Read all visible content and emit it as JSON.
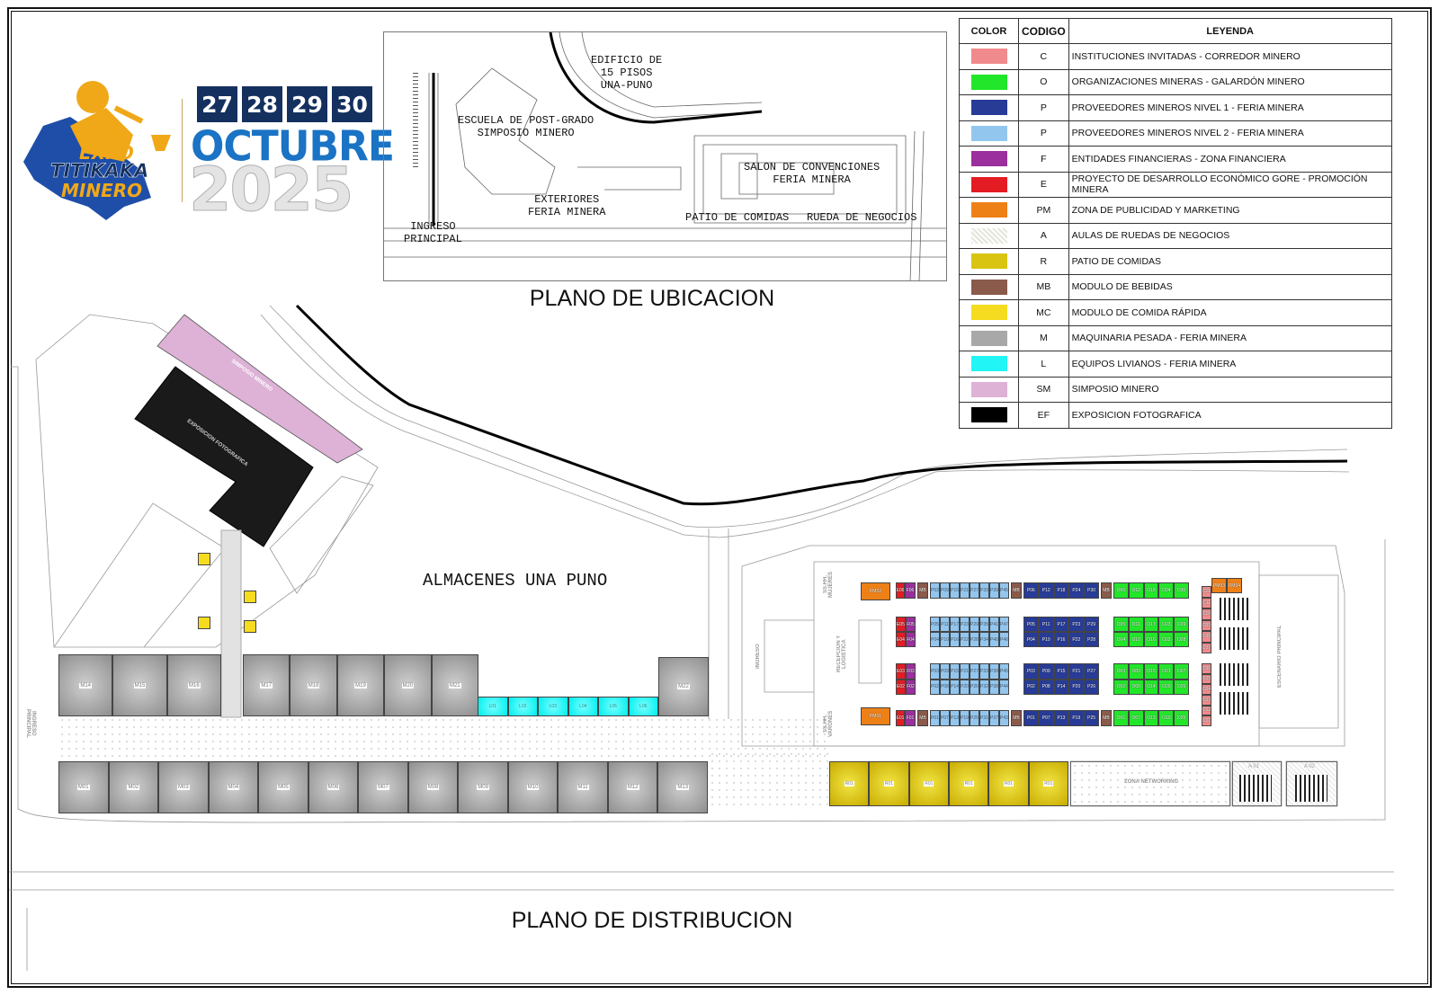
{
  "event": {
    "logo_line1": "EXPO",
    "logo_line2": "TITIKAKA",
    "logo_line3": "MINERO",
    "days": [
      "27",
      "28",
      "29",
      "30"
    ],
    "month": "OCTUBRE",
    "year": "2025"
  },
  "location_plan": {
    "title": "PLANO DE UBICACION",
    "labels": {
      "building": "EDIFICIO DE\n15 PISOS\nUNA-PUNO",
      "school": "ESCUELA DE POST-GRADO\nSIMPOSIO MINERO",
      "exteriors": "EXTERIORES\nFERIA MINERA",
      "entrance": "INGRESO\nPRINCIPAL",
      "convention": "SALON DE CONVENCIONES\nFERIA MINERA",
      "food": "PATIO DE COMIDAS",
      "business": "RUEDA DE NEGOCIOS"
    }
  },
  "legend": {
    "headers": [
      "COLOR",
      "CODIGO",
      "LEYENDA"
    ],
    "rows": [
      {
        "color": "#f08a8c",
        "code": "C",
        "label": "INSTITUCIONES INVITADAS - CORREDOR MINERO"
      },
      {
        "color": "#22e62a",
        "code": "O",
        "label": "ORGANIZACIONES MINERAS - GALARDÓN MINERO"
      },
      {
        "color": "#273b97",
        "code": "P",
        "label": "PROVEEDORES MINEROS NIVEL 1 - FERIA MINERA"
      },
      {
        "color": "#93c6ee",
        "code": "P",
        "label": "PROVEEDORES MINEROS NIVEL 2 - FERIA MINERA"
      },
      {
        "color": "#9a2f9d",
        "code": "F",
        "label": "ENTIDADES FINANCIERAS - ZONA FINANCIERA"
      },
      {
        "color": "#e31c23",
        "code": "E",
        "label": "PROYECTO DE DESARROLLO ECONÓMICO GORE - PROMOCIÓN MINERA"
      },
      {
        "color": "#ee8018",
        "code": "PM",
        "label": "ZONA DE PUBLICIDAD Y MARKETING"
      },
      {
        "color": "#eeeee4",
        "code": "A",
        "label": "AULAS DE RUEDAS DE NEGOCIOS"
      },
      {
        "color": "#d9c511",
        "code": "R",
        "label": "PATIO DE COMIDAS"
      },
      {
        "color": "#8a5a4a",
        "code": "MB",
        "label": "MODULO DE BEBIDAS"
      },
      {
        "color": "#f5dc20",
        "code": "MC",
        "label": "MODULO DE COMIDA RÁPIDA"
      },
      {
        "color": "#a8a8a8",
        "code": "M",
        "label": "MAQUINARIA PESADA - FERIA MINERA"
      },
      {
        "color": "#22f5f5",
        "code": "L",
        "label": "EQUIPOS LIVIANOS - FERIA MINERA"
      },
      {
        "color": "#ddb2d6",
        "code": "SM",
        "label": "SIMPOSIO MINERO"
      },
      {
        "color": "#000000",
        "code": "EF",
        "label": "EXPOSICION FOTOGRAFICA"
      }
    ]
  },
  "distribution_plan": {
    "title": "PLANO DE DISTRIBUCION",
    "warehouses_label": "ALMACENES UNA PUNO",
    "symposium_label": "SIMPOSIO MINERO",
    "photo_label": "EXPOSICION FOTOGRAFICA",
    "entrance_label": "INGRESO PRINCIPAL",
    "hall_entrance_label": "INGRESO",
    "ss_women": "SS.HH. MUJERES",
    "ss_men": "SS.HH. VARONES",
    "reception": "RECEPCION Y LOGISTICA",
    "stage": "ESCENARIO PRINCIPAL",
    "networking": "ZONA NETWORKING",
    "classroom_1": "A 01",
    "classroom_2": "A 02"
  },
  "blocks": {
    "m_top_left": {
      "type": "M",
      "cols": 3,
      "codes": [
        "M14",
        "M15",
        "M16"
      ]
    },
    "m_top_mid": {
      "type": "M",
      "cols": 5,
      "codes": [
        "M17",
        "M18",
        "M19",
        "M20",
        "M21"
      ]
    },
    "l_row": {
      "type": "L",
      "cols": 6,
      "codes": [
        "L01",
        "L02",
        "L03",
        "L04",
        "L05",
        "L06"
      ]
    },
    "m22": {
      "type": "M",
      "cols": 1,
      "codes": [
        "M22"
      ]
    },
    "m_bottom": {
      "type": "M",
      "cols": 13,
      "codes": [
        "M01",
        "M02",
        "M03",
        "M04",
        "M05",
        "M06",
        "M07",
        "M08",
        "M09",
        "M10",
        "M11",
        "M12",
        "M13"
      ]
    },
    "r_row": {
      "type": "R",
      "cols": 6,
      "codes": [
        "R01",
        "R01",
        "R01",
        "R01",
        "R01",
        "R01"
      ]
    },
    "mc_1": {
      "type": "MC",
      "cols": 1,
      "codes": [
        ""
      ]
    },
    "mc_2": {
      "type": "MC",
      "cols": 1,
      "codes": [
        ""
      ]
    },
    "mc_3": {
      "type": "MC",
      "cols": 1,
      "codes": [
        ""
      ]
    },
    "mc_4": {
      "type": "MC",
      "cols": 1,
      "codes": [
        ""
      ]
    },
    "pm02": {
      "type": "PM",
      "cols": 1,
      "codes": [
        "PM02"
      ]
    },
    "pm01": {
      "type": "PM",
      "cols": 1,
      "codes": [
        "PM01"
      ]
    },
    "pm34": {
      "type": "PM",
      "cols": 2,
      "codes": [
        "PM03",
        "PM04"
      ]
    },
    "t_e": {
      "type": "E",
      "cols": 1,
      "codes": [
        "E06"
      ]
    },
    "t_f": {
      "type": "F",
      "cols": 1,
      "codes": [
        "F06"
      ]
    },
    "t_mb1": {
      "type": "MB",
      "cols": 1,
      "codes": [
        "MB"
      ]
    },
    "t_p2": {
      "type": "P2",
      "cols": 8,
      "codes": [
        "P03",
        "P09",
        "P15",
        "P21",
        "P27",
        "P33",
        "P39",
        "P45"
      ]
    },
    "t_mb2": {
      "type": "MB",
      "cols": 1,
      "codes": [
        "MB"
      ]
    },
    "t_p1": {
      "type": "P1",
      "cols": 5,
      "codes": [
        "P06",
        "P12",
        "P18",
        "P24",
        "P30"
      ]
    },
    "t_mb3": {
      "type": "MB",
      "cols": 1,
      "codes": [
        "MB"
      ]
    },
    "t_o": {
      "type": "O",
      "cols": 5,
      "codes": [
        "O06",
        "O12",
        "O18",
        "O24",
        "O30"
      ]
    },
    "m1_ef": {
      "type": "E",
      "cols": 2,
      "codes": [
        "E05",
        "F05",
        "E04",
        "F04"
      ]
    },
    "m1_p2": {
      "type": "P2",
      "cols": 8,
      "codes": [
        "P05",
        "P11",
        "P17",
        "P23",
        "P29",
        "P35",
        "P41",
        "P47",
        "P04",
        "P10",
        "P16",
        "P22",
        "P28",
        "P34",
        "P40",
        "P46"
      ]
    },
    "m1_p1": {
      "type": "P1",
      "cols": 5,
      "codes": [
        "P05",
        "P11",
        "P17",
        "P23",
        "P29",
        "P04",
        "P10",
        "P16",
        "P22",
        "P28"
      ]
    },
    "m1_o": {
      "type": "O",
      "cols": 5,
      "codes": [
        "O05",
        "O11",
        "O17",
        "O23",
        "O29",
        "O04",
        "O10",
        "O16",
        "O22",
        "O28"
      ]
    },
    "m2_ef": {
      "type": "E",
      "cols": 2,
      "codes": [
        "E03",
        "F03",
        "E02",
        "F02"
      ]
    },
    "m2_p2": {
      "type": "P2",
      "cols": 8,
      "codes": [
        "P03",
        "P09",
        "P15",
        "P21",
        "P27",
        "P33",
        "P39",
        "P45",
        "P02",
        "P08",
        "P14",
        "P20",
        "P26",
        "P32",
        "P38",
        "P44"
      ]
    },
    "m2_p1": {
      "type": "P1",
      "cols": 5,
      "codes": [
        "P03",
        "P09",
        "P15",
        "P21",
        "P27",
        "P02",
        "P08",
        "P14",
        "P20",
        "P26"
      ]
    },
    "m2_o": {
      "type": "O",
      "cols": 5,
      "codes": [
        "O03",
        "O09",
        "O15",
        "O21",
        "O27",
        "O02",
        "O08",
        "O14",
        "O20",
        "O26"
      ]
    },
    "b_e": {
      "type": "E",
      "cols": 1,
      "codes": [
        "E01"
      ]
    },
    "b_f": {
      "type": "F",
      "cols": 1,
      "codes": [
        "F01"
      ]
    },
    "b_mb1": {
      "type": "MB",
      "cols": 1,
      "codes": [
        "MB"
      ]
    },
    "b_p2": {
      "type": "P2",
      "cols": 8,
      "codes": [
        "P01",
        "P07",
        "P13",
        "P19",
        "P25",
        "P31",
        "P37",
        "P43"
      ]
    },
    "b_mb2": {
      "type": "MB",
      "cols": 1,
      "codes": [
        "MB"
      ]
    },
    "b_p1": {
      "type": "P1",
      "cols": 5,
      "codes": [
        "P01",
        "P07",
        "P13",
        "P19",
        "P25"
      ]
    },
    "b_mb3": {
      "type": "MB",
      "cols": 1,
      "codes": [
        "MB"
      ]
    },
    "b_o": {
      "type": "O",
      "cols": 5,
      "codes": [
        "O01",
        "O07",
        "O13",
        "O19",
        "O25"
      ]
    },
    "c_top": {
      "type": "C",
      "cols": 1,
      "codes": [
        "C12",
        "C11",
        "C10",
        "C09",
        "C08",
        "C07"
      ]
    },
    "c_bot": {
      "type": "C",
      "cols": 1,
      "codes": [
        "C06",
        "C05",
        "C04",
        "C03",
        "C02",
        "C01"
      ]
    }
  }
}
